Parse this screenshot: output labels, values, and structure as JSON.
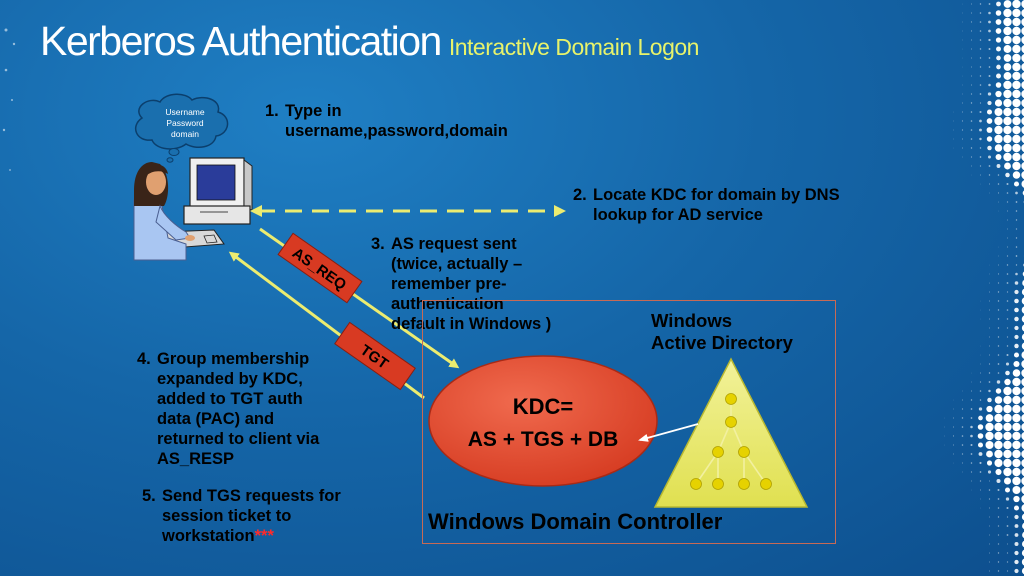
{
  "title": {
    "main": "Kerberos Authentication",
    "sub": "Interactive Domain Logon"
  },
  "cloud": {
    "lines": [
      "Username",
      "Password",
      "domain"
    ]
  },
  "steps": [
    {
      "num": "1.",
      "text": "Type in username,password,domain"
    },
    {
      "num": "2.",
      "text": "Locate KDC for domain by DNS lookup for AD service"
    },
    {
      "num": "3.",
      "text": "AS request sent (twice, actually – remember pre-authentication default in Windows )"
    },
    {
      "num": "4.",
      "text": "Group membership expanded by KDC, added to TGT auth data (PAC) and returned to client via AS_RESP"
    },
    {
      "num": "5.",
      "text": "Send TGS requests for session ticket to workstation",
      "suffix": "***"
    }
  ],
  "arrows": {
    "as_req": "AS_REQ",
    "tgt": "TGT"
  },
  "kdc": {
    "line1": "KDC=",
    "line2": "AS + TGS + DB"
  },
  "active_directory": {
    "line1": "Windows",
    "line2": "Active Directory"
  },
  "domain_controller": "Windows Domain Controller",
  "colors": {
    "background": "#1566a8",
    "title_sub": "#e8f36a",
    "arrow_yellow": "#ecec70",
    "label_red": "#d83a22",
    "kdc_ellipse": "#e04a30",
    "triangle": "#ecec72",
    "tree_node": "#e6d200",
    "asterisks": "#ff2a2a"
  },
  "icons": [
    "user-at-computer-icon",
    "thought-cloud-icon",
    "tree-hierarchy-icon"
  ]
}
